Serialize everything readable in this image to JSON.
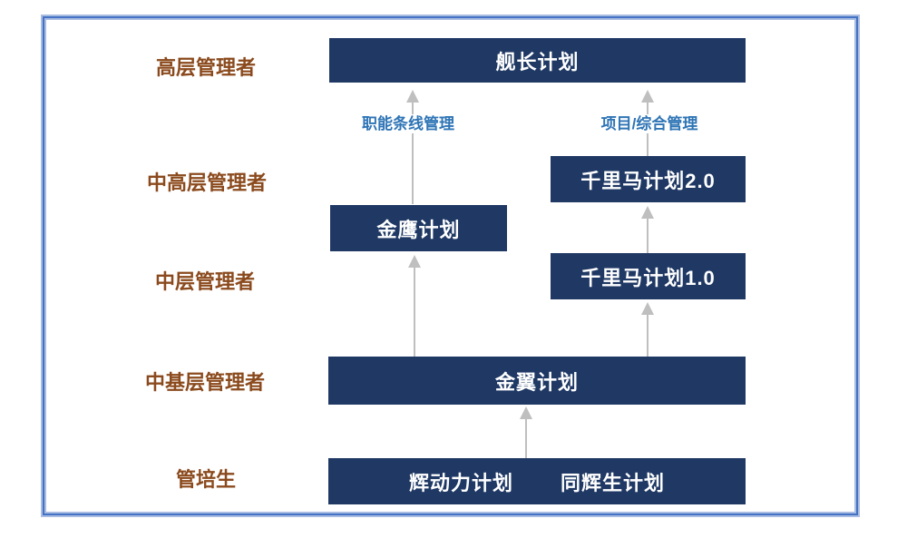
{
  "levels": [
    {
      "label": "高层管理者"
    },
    {
      "label": "中高层管理者"
    },
    {
      "label": "中层管理者"
    },
    {
      "label": "中基层管理者"
    },
    {
      "label": "管培生"
    }
  ],
  "programs": {
    "captain": {
      "label": "舰长计划"
    },
    "qianlima2": {
      "label": "千里马计划2.0"
    },
    "jinying": {
      "label": "金鹰计划"
    },
    "qianlima1": {
      "label": "千里马计划1.0"
    },
    "jinyi": {
      "label": "金翼计划"
    },
    "huidongli": {
      "label": "辉动力计划"
    },
    "tonghuisheng": {
      "label": "同辉生计划"
    }
  },
  "tracks": {
    "functional": {
      "label": "职能条线管理"
    },
    "project": {
      "label": "项目/综合管理"
    }
  },
  "colors": {
    "box_fill": "#1F3864",
    "box_text": "#FFFFFF",
    "level_text": "#8B4A1D",
    "track_text": "#2E74B5",
    "arrow": "#BFBFBF",
    "frame_border": "#4472C4",
    "frame_border_light": "#A9BCE2"
  }
}
